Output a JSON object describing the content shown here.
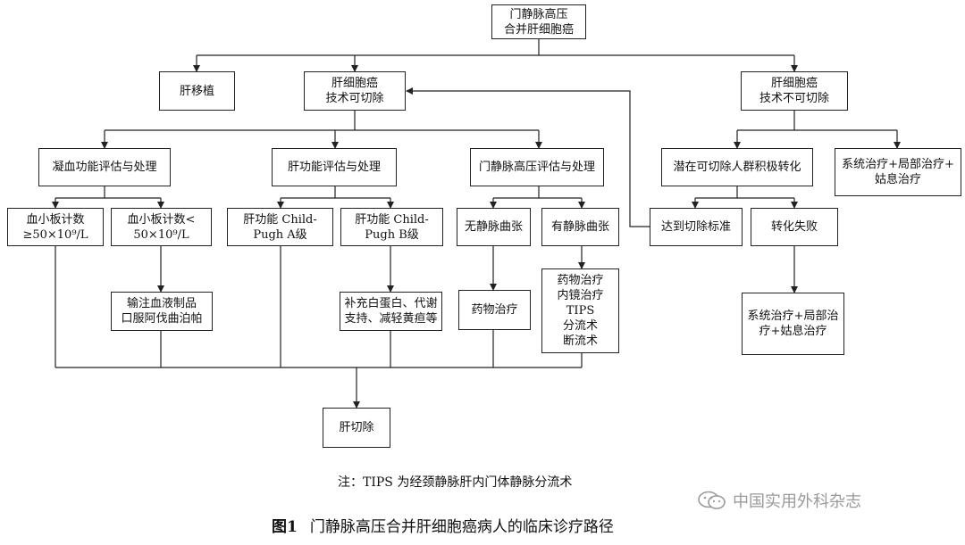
{
  "nodes": {
    "root": [
      "门静脉高压",
      "合并肝细胞癌"
    ],
    "transplant": [
      "肝移植"
    ],
    "resectable": [
      "肝细胞癌",
      "技术可切除"
    ],
    "unresectable": [
      "肝细胞癌",
      "技术不可切除"
    ],
    "coag_eval": [
      "凝血功能评估与处理"
    ],
    "liver_eval": [
      "肝功能评估与处理"
    ],
    "portal_eval": [
      "门静脉高压评估与处理"
    ],
    "conversion": [
      "潜在可切除人群积极转化"
    ],
    "systemic_1": [
      "系统治疗+局部治疗+",
      "姑息治疗"
    ],
    "plt_high": [
      "血小板计数",
      "≥50×10⁹/L"
    ],
    "plt_low": [
      "血小板计数<",
      "50×10⁹/L"
    ],
    "child_a": [
      "肝功能 Child-",
      "Pugh A级"
    ],
    "child_b": [
      "肝功能 Child-",
      "Pugh B级"
    ],
    "no_varices": [
      "无静脉曲张"
    ],
    "varices": [
      "有静脉曲张"
    ],
    "reach_criteria": [
      "达到切除标准"
    ],
    "conv_fail": [
      "转化失败"
    ],
    "transfusion": [
      "输注血液制品",
      "口服阿伐曲泊帕"
    ],
    "supplement": [
      "补充白蛋白、代谢",
      "支持、减轻黄疸等"
    ],
    "drug_therapy": [
      "药物治疗"
    ],
    "varices_tx": [
      "药物治疗",
      "内镜治疗",
      "TIPS",
      "分流术",
      "断流术"
    ],
    "systemic_2": [
      "系统治疗+局部治",
      "疗+姑息治疗"
    ],
    "resection": [
      "肝切除"
    ]
  },
  "note": "注：TIPS 为经颈静脉肝内门体静脉分流术",
  "caption": {
    "label": "图1",
    "title": "门静脉高压合并肝细胞癌病人的临床诊疗路径"
  },
  "watermark": {
    "text": "中国实用外科杂志",
    "icon": "wechat-icon"
  }
}
